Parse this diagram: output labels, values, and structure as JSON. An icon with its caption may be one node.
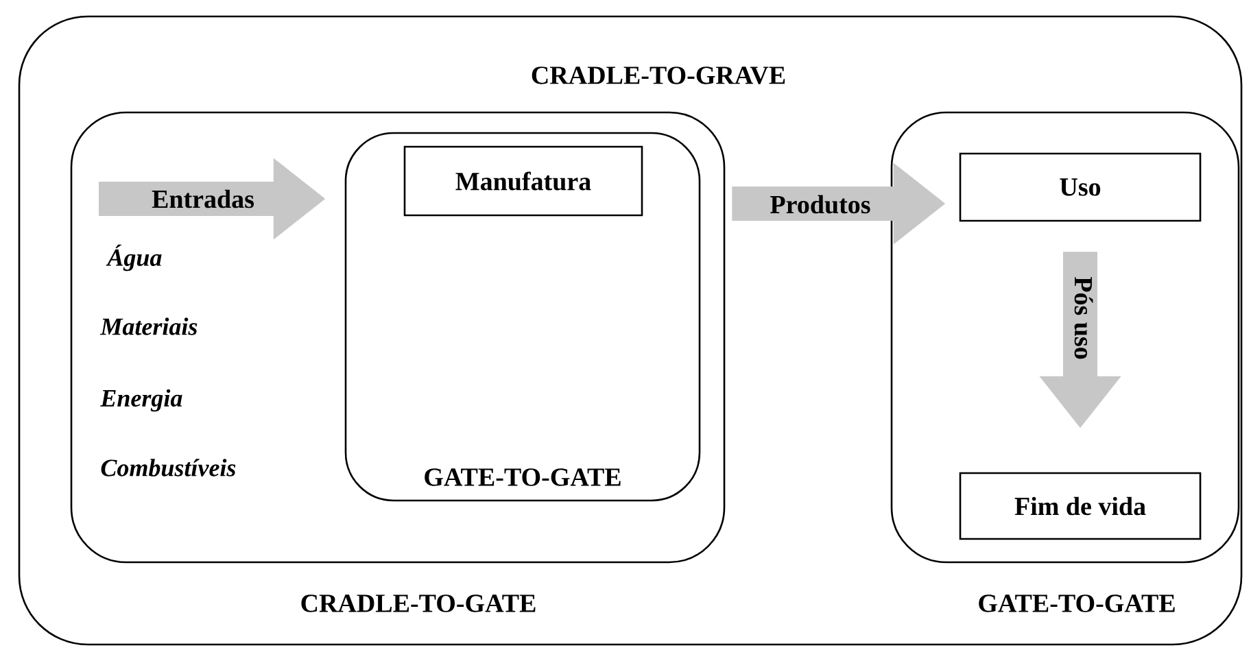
{
  "diagram": {
    "nodes": [
      {
        "text": [
          "CRADLE-TO-GRAVE"
        ]
      },
      {
        "text": [
          "CRADLE-TO-GATE"
        ],
        "in": 0
      },
      {
        "text": [
          "GATE-TO-GATE"
        ],
        "in": 1
      },
      {
        "text": [
          "Manufatura"
        ],
        "in": 2
      },
      {
        "text": [
          "GATE-TO-GATE"
        ],
        "in": 0
      },
      {
        "text": [
          "Uso"
        ],
        "in": 4
      },
      {
        "text": [
          "Fim de vida"
        ],
        "in": 4
      }
    ],
    "edges": [
      {
        "from": null,
        "to": 2,
        "arrow": "to",
        "label": "Entradas"
      },
      {
        "from": 1,
        "to": 5,
        "arrow": "to",
        "label": "Produtos"
      },
      {
        "from": 5,
        "to": 6,
        "arrow": "to",
        "label": "Pós uso"
      }
    ],
    "labels": [
      "Água",
      "Materiais",
      "Energia",
      "Combustíveis"
    ]
  }
}
